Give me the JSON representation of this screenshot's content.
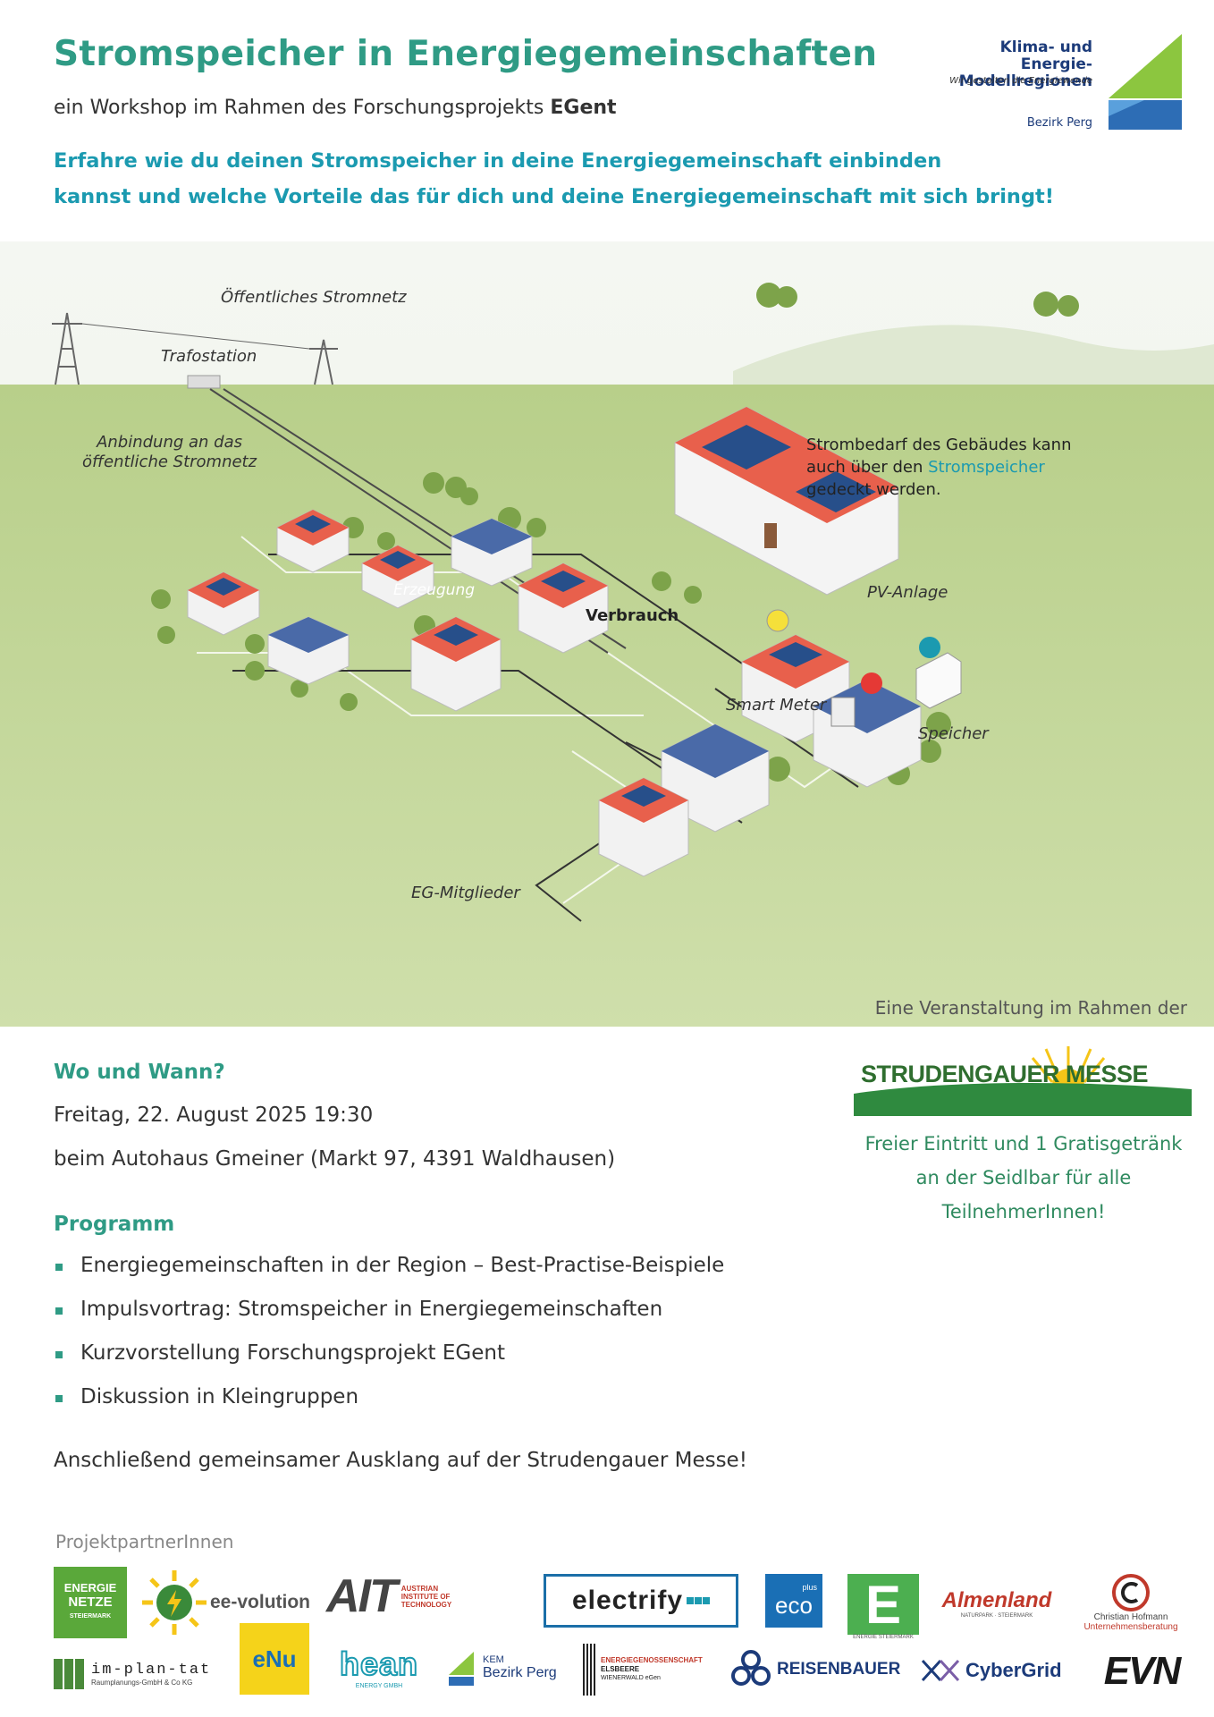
{
  "header": {
    "title": "Stromspeicher in Energiegemeinschaften",
    "subtitle_prefix": "ein Workshop  im Rahmen des Forschungsprojekts ",
    "subtitle_project": "EGent",
    "intro_line1": "Erfahre wie du deinen Stromspeicher in deine Energiegemeinschaft einbinden",
    "intro_line2": "kannst und welche Vorteile das für dich und deine Energiegemeinschaft mit sich bringt!"
  },
  "kem_logo": {
    "line1": "Klima- und Energie-",
    "line2": "Modellregionen",
    "tagline": "Wir gestalten die Energiewende",
    "region": "Bezirk Perg"
  },
  "illustration": {
    "labels": {
      "grid": "Öffentliches Stromnetz",
      "trafo": "Trafostation",
      "connection_1": "Anbindung an das",
      "connection_2": "öffentliche Stromnetz",
      "generation": "Erzeugung",
      "consumption": "Verbrauch",
      "demand_1": "Strombedarf des Gebäudes kann",
      "demand_2_prefix": "auch über den ",
      "demand_2_highlight": "Stromspeicher",
      "demand_3": "gedeckt werden.",
      "pv": "PV-Anlage",
      "smart_meter": "Smart Meter",
      "storage": "Speicher",
      "members": "EG-Mitglieder"
    },
    "caption": "Eine Veranstaltung im Rahmen der"
  },
  "event": {
    "where_when_heading": "Wo und Wann?",
    "date": "Freitag, 22. August 2025 19:30",
    "location": "beim Autohaus Gmeiner (Markt 97, 4391 Waldhausen)",
    "program_heading": "Programm",
    "program_items": [
      "Energiegemeinschaften in der Region – Best-Practise-Beispiele",
      "Impulsvortrag: Stromspeicher in Energiegemeinschaften",
      "Kurzvorstellung Forschungsprojekt EGent",
      "Diskussion in Kleingruppen"
    ],
    "closing": "Anschließend gemeinsamer Ausklang auf der Strudengauer Messe!"
  },
  "messe": {
    "logo_text": "STRUDENGAUER MESSE",
    "note_line1": "Freier Eintritt und 1 Gratisgetränk",
    "note_line2": "an der Seidlbar für alle",
    "note_line3": "TeilnehmerInnen!"
  },
  "partners": {
    "heading": "ProjektpartnerInnen",
    "logos": {
      "energienetze_1": "ENERGIE",
      "energienetze_2": "NETZE",
      "energienetze_3": "STEIERMARK",
      "eevolution": "ee-volution",
      "ait": "AIT",
      "ait_sub": "AUSTRIAN INSTITUTE OF TECHNOLOGY",
      "electrify": "electrify",
      "eco": "eco",
      "eco_plus": "plus",
      "energie_stmk": "E",
      "energie_stmk_sub": "ENERGIE STEIERMARK",
      "almenland": "Almenland",
      "almenland_sub": "NATURPARK · STEIERMARK",
      "hofmann_1": "Christian Hofmann",
      "hofmann_2": "Unternehmensberatung",
      "implantat": "im-plan-tat",
      "implantat_sub": "Raumplanungs-GmbH & Co KG",
      "enu": "eNu",
      "hean": "hean",
      "hean_sub": "ENERGY GMBH",
      "kem_1": "KEM",
      "kem_2": "Bezirk Perg",
      "eg_1": "ENERGIEGENOSSENSCHAFT",
      "eg_2": "ELSBEERE",
      "eg_3": "WIENERWALD eGen",
      "reisenbauer": "REISENBAUER",
      "cybergrid": "CyberGrid",
      "evn": "EVN"
    }
  },
  "colors": {
    "title_green": "#2f9b85",
    "intro_blue": "#1b9ab0",
    "bullet": "#2f9b85",
    "messe_green": "#2f8a5f"
  }
}
